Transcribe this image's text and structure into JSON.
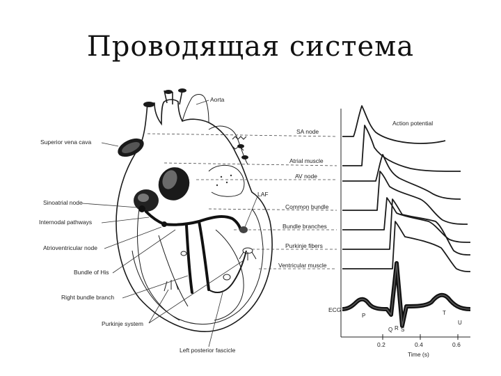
{
  "slide": {
    "title": "Проводящая система"
  },
  "heart_labels": {
    "aorta": "Aorta",
    "superior_vena_cava": "Superior vena cava",
    "sinoatrial_node": "Sinoatrial node",
    "internodal_pathways": "Internodal pathways",
    "atrioventricular_node": "Atrioventricular node",
    "bundle_of_his": "Bundle of His",
    "right_bundle_branch": "Right bundle branch",
    "purkinje_system": "Purkinje system",
    "left_posterior_fascicle": "Left posterior fascicle",
    "laf": "LAF"
  },
  "trace_labels": {
    "action_potential": "Action potential",
    "sa_node": "SA node",
    "atrial_muscle": "Atrial muscle",
    "av_node": "AV node",
    "common_bundle": "Common bundle",
    "bundle_branches": "Bundle branches",
    "purkinje_fibers": "Purkinje fibers",
    "ventricular_muscle": "Ventricular muscle",
    "ecg": "ECG"
  },
  "ecg_waves": {
    "p": "P",
    "q": "Q",
    "r": "R",
    "s": "S",
    "t": "T",
    "u": "U"
  },
  "time_axis": {
    "label": "Time (s)",
    "ticks": [
      "0.2",
      "0.4",
      "0.6"
    ]
  }
}
